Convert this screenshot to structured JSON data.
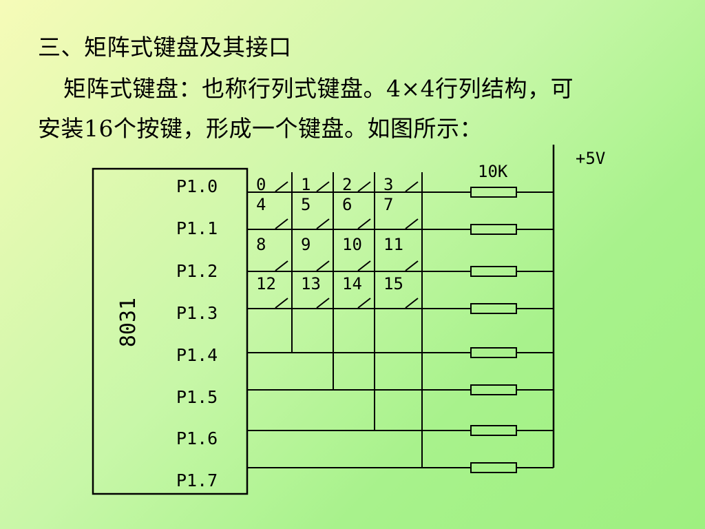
{
  "text": {
    "heading": "三、矩阵式键盘及其接口",
    "line2": "矩阵式键盘：也称行列式键盘。4×4行列结构，可",
    "line3": "安装16个按键，形成一个键盘。如图所示："
  },
  "diagram": {
    "chip_label": "8031",
    "pins": [
      "P1.0",
      "P1.1",
      "P1.2",
      "P1.3",
      "P1.4",
      "P1.5",
      "P1.6",
      "P1.7"
    ],
    "keys": [
      "0",
      "1",
      "2",
      "3",
      "4",
      "5",
      "6",
      "7",
      "8",
      "9",
      "10",
      "11",
      "12",
      "13",
      "14",
      "15"
    ],
    "resistor_label": "10K",
    "supply_label": "+5V"
  }
}
